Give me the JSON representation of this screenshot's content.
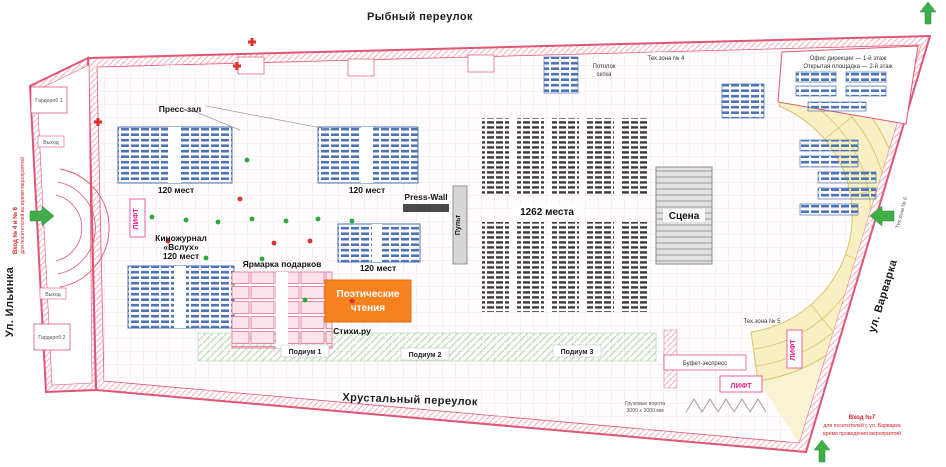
{
  "streets": {
    "top": "Рыбный  переулок",
    "bottom": "Хрустальный  переулок",
    "left": "Ул. Ильинка",
    "right": "ул. Варварка"
  },
  "areas": {
    "press_hall": "Пресс-зал",
    "seats120": "120 мест",
    "cinema_line1": "Киножурнал",
    "cinema_line2": "«Вслух»",
    "fair": "Ярмарка подарков",
    "press_wall": "Press-Wall",
    "console": "Пульт",
    "main_seats": "1262 места",
    "stage": "Сцена",
    "poetry_line1": "Поэтические",
    "poetry_line2": "чтения",
    "stihi": "Стихи.ру",
    "podium1": "Подиум 1",
    "podium2": "Подиум 2",
    "podium3": "Подиум 3",
    "buffet": "Буфет-экспресс",
    "lift": "ЛИФТ",
    "wardrobe1": "Гардероб 1",
    "wardrobe2": "Гардероб 2",
    "ceiling_line1": "Потолок",
    "ceiling_line2": "сетка",
    "office_line1": "Офис дирекции — 1-й этаж",
    "office_line2": "Открытая площадка — 2-й этаж",
    "tech4": "Тех.зона № 4",
    "tech5": "Тех.зона № 5",
    "tech6": "Тех.зона № 6",
    "exit": "Выход"
  },
  "entrances": {
    "left_line1": "Вход № 4 и № 6",
    "left_line2": "для посетителей во время мероприятий",
    "right_line1": "Вход №7",
    "right_line2": "для посетителей с ул. Варварка",
    "right_line3": "время проведения мероприятий",
    "gate_line1": "Грузовые ворота",
    "gate_line2": "3000 х 3000 мм"
  },
  "colors": {
    "outline": "#e05575",
    "accent_orange": "#f5821f",
    "accent_green": "#3fae49",
    "accent_pink": "#ee1d8e",
    "amphitheater": "#f8f0c2",
    "seats_blue": "#4d74b5"
  }
}
